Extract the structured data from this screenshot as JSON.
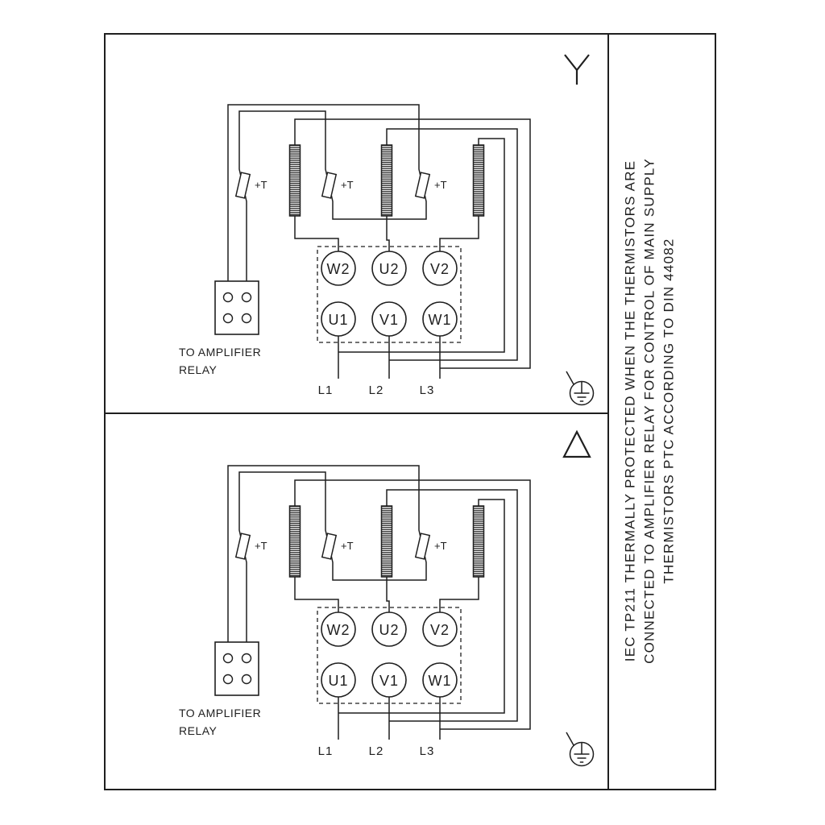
{
  "diagram": {
    "side_note": [
      "IEC TP211 THERMALLY PROTECTED WHEN THE THERMISTORS ARE",
      "CONNECTED TO AMPLIFIER RELAY FOR CONTROL OF MAIN SUPPLY",
      "THERMISTORS PTC ACCORDING TO DIN 44082"
    ],
    "colors": {
      "line": "#1f1f1f",
      "background": "#ffffff"
    },
    "panels": [
      {
        "connection": "star",
        "symbol": "star-icon",
        "terminals_top": [
          "W2",
          "U2",
          "V2"
        ],
        "terminals_bottom": [
          "U1",
          "V1",
          "W1"
        ],
        "supply": [
          "L1",
          "L2",
          "L3"
        ],
        "thermistor_label": "+T",
        "relay_caption": [
          "TO AMPLIFIER",
          "RELAY"
        ]
      },
      {
        "connection": "delta",
        "symbol": "delta-icon",
        "terminals_top": [
          "W2",
          "U2",
          "V2"
        ],
        "terminals_bottom": [
          "U1",
          "V1",
          "W1"
        ],
        "supply": [
          "L1",
          "L2",
          "L3"
        ],
        "thermistor_label": "+T",
        "relay_caption": [
          "TO AMPLIFIER",
          "RELAY"
        ]
      }
    ]
  }
}
